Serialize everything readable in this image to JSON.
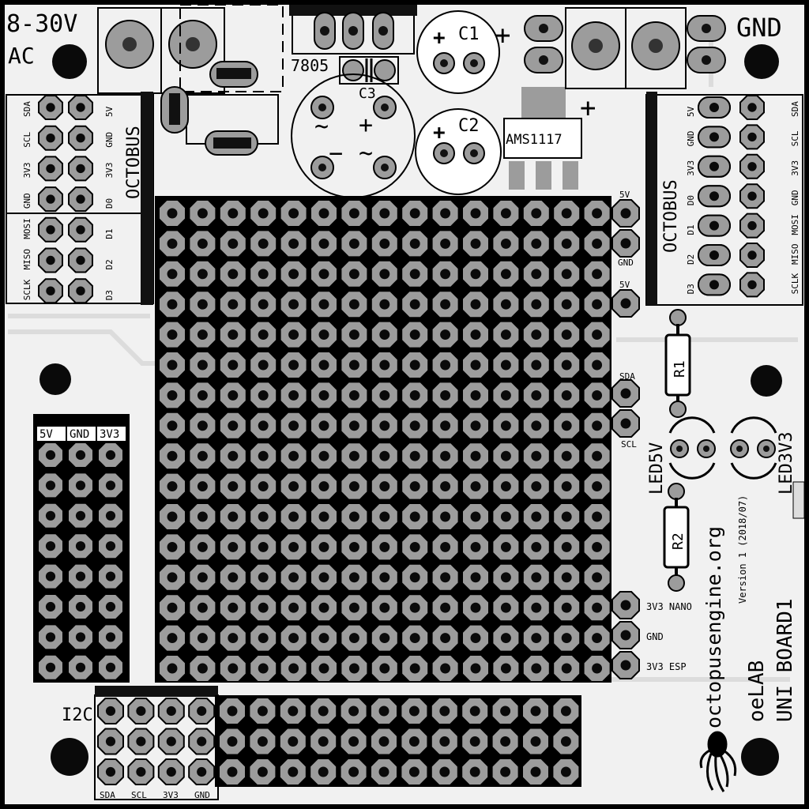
{
  "board": {
    "power_in_label_1": "8-30V",
    "power_in_label_2": "AC",
    "gnd_label": "GND",
    "plus_label": "+",
    "regulator_7805": "7805",
    "regulator_ams": "AMS1117",
    "cap_c1": "C1",
    "cap_c2": "C2",
    "cap_c3": "C3",
    "rectifier_ac": "~",
    "rectifier_plus": "+",
    "rectifier_minus": "−",
    "r1": "R1",
    "r2": "R2",
    "led5v": "LED5V",
    "led3v3": "LED3V3",
    "website": "octopusengine.org",
    "version": "Version 1 (2018/07)",
    "product_1": "oeLAB",
    "product_2": "UNI BOARD1",
    "i2c_label": "I2C",
    "octobus": "OCTOBUS"
  },
  "left_octobus": {
    "left_labels": [
      "SDA",
      "SCL",
      "3V3",
      "GND",
      "MOSI",
      "MISO",
      "SCLK"
    ],
    "right_labels": [
      "5V",
      "GND",
      "3V3",
      "D0",
      "D1",
      "D2",
      "D3"
    ]
  },
  "right_octobus": {
    "left_labels": [
      "5V",
      "GND",
      "3V3",
      "D0",
      "D1",
      "D2",
      "D3"
    ],
    "right_labels": [
      "SDA",
      "SCL",
      "3V3",
      "GND",
      "MOSI",
      "MISO",
      "SCLK"
    ]
  },
  "power_rails": [
    "5V",
    "GND",
    "3V3"
  ],
  "side_pins": {
    "top": [
      "5V",
      "GND",
      "5V"
    ],
    "i2c": [
      "SDA",
      "SCL"
    ],
    "bottom": [
      "3V3 NANO",
      "GND",
      "3V3 ESP"
    ]
  },
  "i2c_header": [
    "SDA",
    "SCL",
    "3V3",
    "GND"
  ],
  "colors": {
    "board": "#f1f1f1",
    "pad": "#9c9c9c",
    "hole": "#0a0a0a",
    "silkscreen": "#000000",
    "trace": "#dcdcdc"
  }
}
